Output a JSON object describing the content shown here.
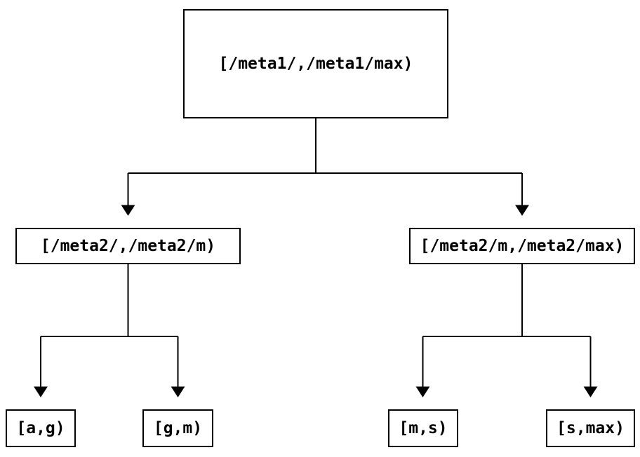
{
  "diagram": {
    "type": "tree",
    "background_color": "#ffffff",
    "line_color": "#000000",
    "text_color": "#000000",
    "nodes": {
      "root": {
        "label": "[/meta1/,/meta1/max)"
      },
      "meta2_lower": {
        "label": "[/meta2/,/meta2/m)"
      },
      "meta2_upper": {
        "label": "[/meta2/m,/meta2/max)"
      },
      "leaf_a_g": {
        "label": "[a,g)"
      },
      "leaf_g_m": {
        "label": "[g,m)"
      },
      "leaf_m_s": {
        "label": "[m,s)"
      },
      "leaf_s_max": {
        "label": "[s,max)"
      }
    },
    "edges": [
      {
        "from": "[/meta1/,/meta1/max)",
        "to": "[/meta2/,/meta2/m)"
      },
      {
        "from": "[/meta1/,/meta1/max)",
        "to": "[/meta2/m,/meta2/max)"
      },
      {
        "from": "[/meta2/,/meta2/m)",
        "to": "[a,g)"
      },
      {
        "from": "[/meta2/,/meta2/m)",
        "to": "[g,m)"
      },
      {
        "from": "[/meta2/m,/meta2/max)",
        "to": "[m,s)"
      },
      {
        "from": "[/meta2/m,/meta2/max)",
        "to": "[s,max)"
      }
    ]
  }
}
